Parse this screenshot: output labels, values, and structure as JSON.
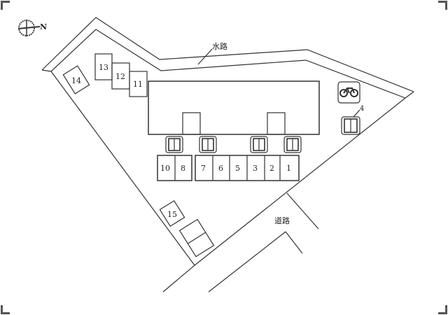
{
  "map": {
    "type": "site-plan",
    "compass": {
      "label": "N",
      "icon": "north-compass-icon"
    },
    "labels": {
      "waterway": "水路",
      "road": "道路"
    },
    "building": {
      "name": "main-building"
    },
    "parking_row": [
      {
        "id": "10",
        "label": "10"
      },
      {
        "id": "8",
        "label": "8"
      },
      {
        "id": "7",
        "label": "7"
      },
      {
        "id": "6",
        "label": "6"
      },
      {
        "id": "5",
        "label": "5"
      },
      {
        "id": "3",
        "label": "3"
      },
      {
        "id": "2",
        "label": "2"
      },
      {
        "id": "1",
        "label": "1"
      }
    ],
    "parking_stepped": [
      {
        "id": "13",
        "label": "13"
      },
      {
        "id": "12",
        "label": "12"
      },
      {
        "id": "11",
        "label": "11"
      }
    ],
    "parking_other": [
      {
        "id": "14",
        "label": "14"
      },
      {
        "id": "15",
        "label": "15"
      },
      {
        "id": "4",
        "label": "4"
      }
    ],
    "icons": [
      "bicycle-parking-icon",
      "entrance-door-icon"
    ],
    "colors": {
      "line": "#333333",
      "background": "#ffffff"
    }
  }
}
